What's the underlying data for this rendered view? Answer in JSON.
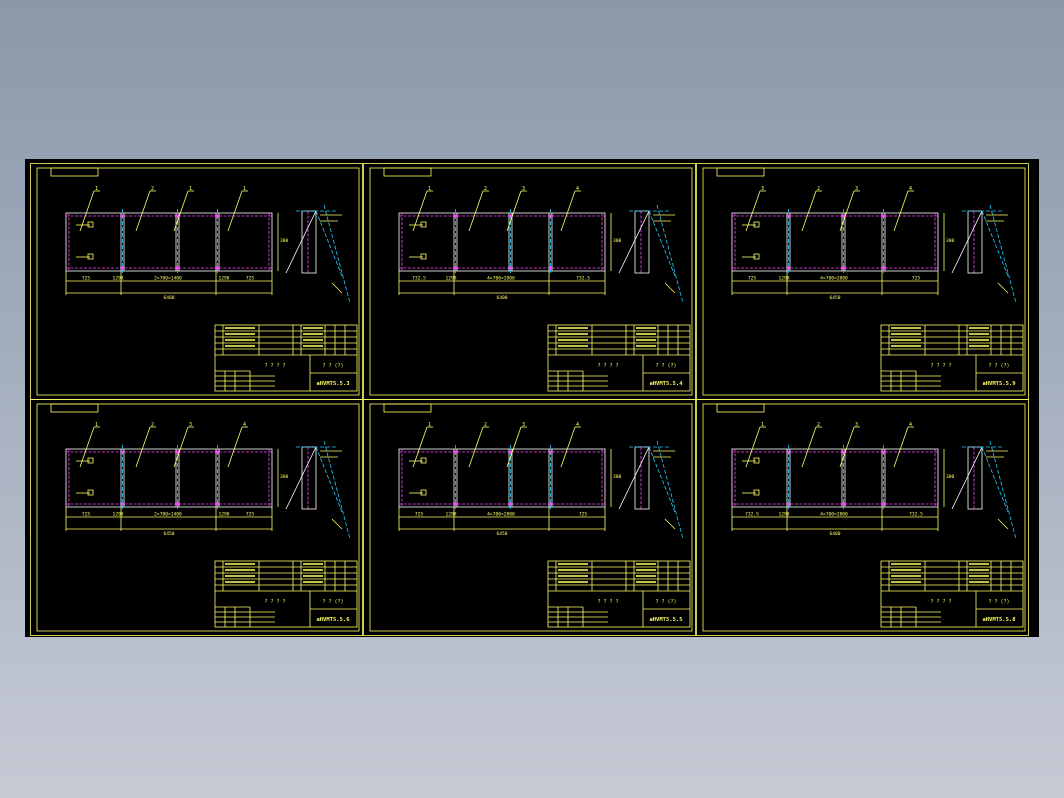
{
  "colors": {
    "background_top": "#8a98aa",
    "background_bottom": "#c6cad5",
    "canvas": "#000000",
    "frame": "#ffff66",
    "member": "#ffff66",
    "magenta_line": "#ff44ff",
    "cyan_line": "#22ccff",
    "white_line": "#ffffff",
    "text": "#ffff66"
  },
  "sheets": [
    {
      "id": "sheet-1",
      "drawing_no": "aHVMT5.5.3",
      "leaders": [
        "1",
        "2",
        "1",
        "1"
      ],
      "dims": {
        "left": "725",
        "bay_left": "1298",
        "middle": "2×700=1400",
        "bay_right": "1298",
        "right": "725",
        "overall": "6400"
      },
      "section_height": "300",
      "title_text": "? ? ? ?",
      "title_right": "? ? (?)"
    },
    {
      "id": "sheet-2",
      "drawing_no": "aHVMT5.5.4",
      "leaders": [
        "1",
        "2",
        "3",
        "4"
      ],
      "dims": {
        "left": "732.5",
        "bay_left": "1298",
        "middle": "4×700=2800",
        "bay_right": "",
        "right": "732.5",
        "overall": "6400"
      },
      "section_height": "300",
      "title_text": "? ? ? ?",
      "title_right": "? ? (?)"
    },
    {
      "id": "sheet-3",
      "drawing_no": "aHVMT5.5.9",
      "leaders": [
        "3",
        "2",
        "3",
        "4"
      ],
      "dims": {
        "left": "725",
        "bay_left": "1298",
        "middle": "4×700=2800",
        "bay_right": "",
        "right": "725",
        "overall": "6450"
      },
      "section_height": "300",
      "title_text": "? ? ? ?",
      "title_right": "? ? (?)"
    },
    {
      "id": "sheet-4",
      "drawing_no": "aHVMT5.5.6",
      "leaders": [
        "1",
        "2",
        "3",
        "4"
      ],
      "dims": {
        "left": "725",
        "bay_left": "1298",
        "middle": "2×700=1400",
        "bay_right": "1298",
        "right": "725",
        "overall": "6450"
      },
      "section_height": "300",
      "title_text": "? ? ? ?",
      "title_right": "? ? (?)"
    },
    {
      "id": "sheet-5",
      "drawing_no": "aHVMT5.5.5",
      "leaders": [
        "1",
        "2",
        "3",
        "4"
      ],
      "dims": {
        "left": "725",
        "bay_left": "1298",
        "middle": "4×700=2800",
        "bay_right": "",
        "right": "725",
        "overall": "6450"
      },
      "section_height": "300",
      "title_text": "? ? ? ?",
      "title_right": "? ? (?)"
    },
    {
      "id": "sheet-6",
      "drawing_no": "aHVMT5.5.8",
      "leaders": [
        "1",
        "2",
        "3",
        "4"
      ],
      "dims": {
        "left": "732.5",
        "bay_left": "1298",
        "middle": "4×700=2800",
        "bay_right": "",
        "right": "732.5",
        "overall": "6400"
      },
      "section_height": "300",
      "title_text": "? ? ? ?",
      "title_right": "? ? (?)"
    }
  ]
}
